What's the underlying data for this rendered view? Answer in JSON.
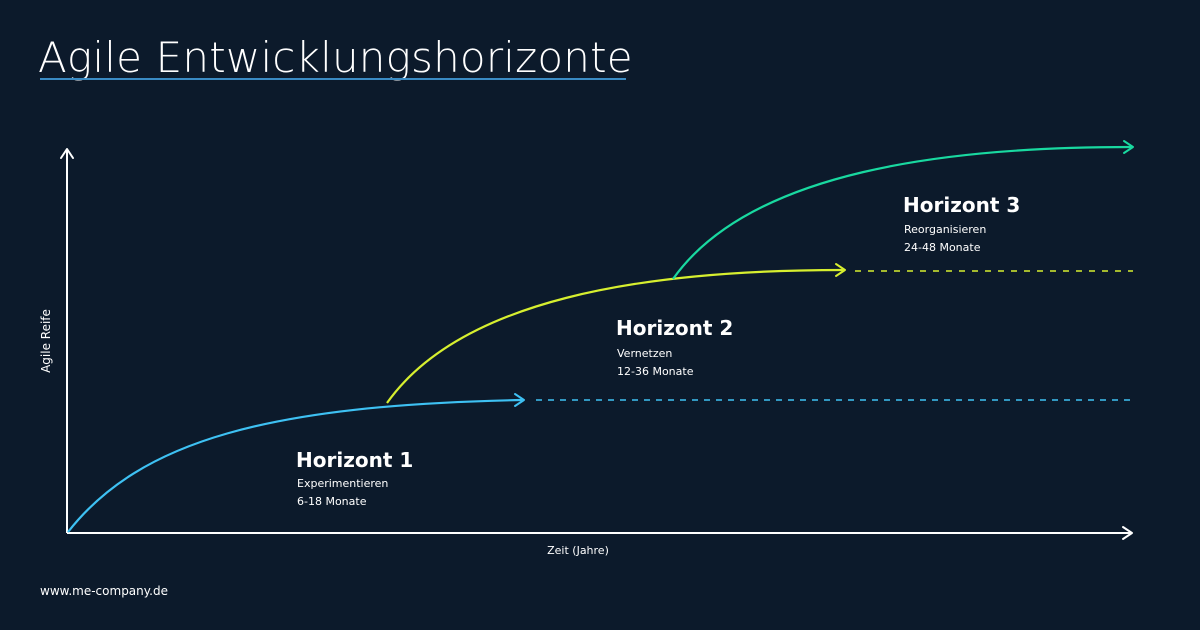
{
  "title": "Agile Entwicklungshorizonte",
  "axes": {
    "y_label": "Agile Reife",
    "x_label": "Zeit (Jahre)"
  },
  "horizons": [
    {
      "name": "Horizont 1",
      "activity": "Experimentieren",
      "duration": "6-18 Monate",
      "color": "#3ec1f3"
    },
    {
      "name": "Horizont 2",
      "activity": "Vernetzen",
      "duration": "12-36 Monate",
      "color": "#d7ef2f"
    },
    {
      "name": "Horizont 3",
      "activity": "Reorganisieren",
      "duration": "24-48 Monate",
      "color": "#19d9a0"
    }
  ],
  "footer": "www.me-company.de",
  "colors": {
    "background": "#0c1a2b",
    "axis": "#ffffff",
    "title_underline": "#3a8bc4"
  }
}
